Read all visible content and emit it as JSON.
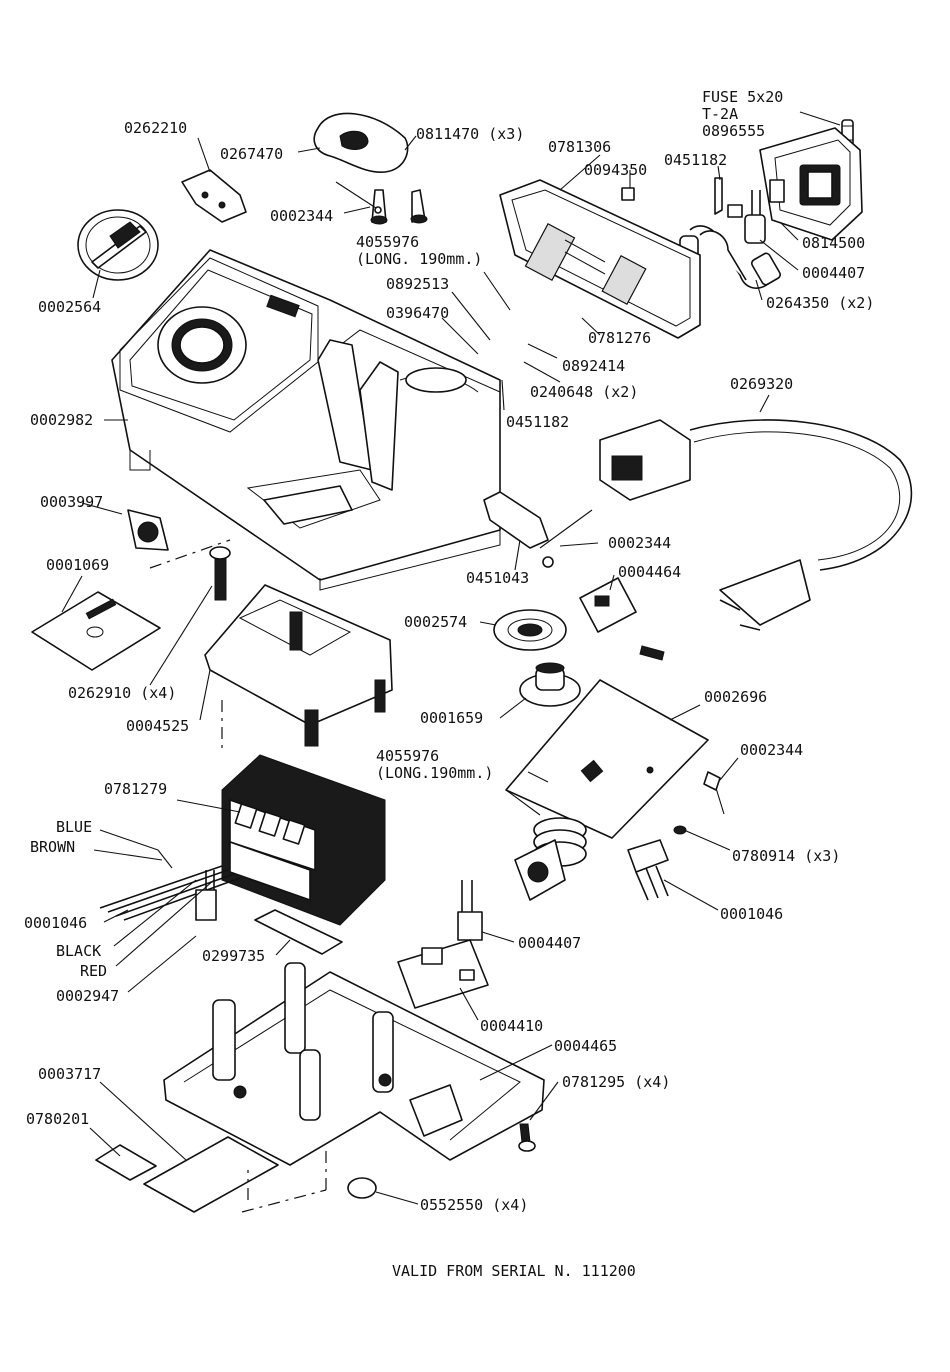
{
  "footer": "VALID FROM SERIAL N. 111200",
  "labels": {
    "fuse_line1": "FUSE 5x20",
    "fuse_line2": "T-2A",
    "p0896555": "0896555",
    "p0262210": "0262210",
    "p0267470": "0267470",
    "p0811470": "0811470 (x3)",
    "p0781306": "0781306",
    "p0094350": "0094350",
    "p0451182_top": "0451182",
    "p0002344_top": "0002344",
    "p4055976_top_line1": "4055976",
    "p4055976_top_line2": "(LONG. 190mm.)",
    "p0814500": "0814500",
    "p0004407_top": "0004407",
    "p0264350": "0264350 (x2)",
    "p0002564": "0002564",
    "p0892513": "0892513",
    "p0396470": "0396470",
    "p0781276": "0781276",
    "p0892414": "0892414",
    "p0240648": "0240648 (x2)",
    "p0451182_mid": "0451182",
    "p0269320": "0269320",
    "p0002982": "0002982",
    "p0003997": "0003997",
    "p0002344_mid": "0002344",
    "p0451043": "0451043",
    "p0004464": "0004464",
    "p0001069": "0001069",
    "p0002574": "0002574",
    "p0262910": "0262910 (x4)",
    "p0004525": "0004525",
    "p0002696": "0002696",
    "p0001659": "0001659",
    "p4055976_mid_line1": "4055976",
    "p4055976_mid_line2": "(LONG.190mm.)",
    "p0002344_low": "0002344",
    "p0781279": "0781279",
    "blue": "BLUE",
    "brown": "BROWN",
    "p0780914": "0780914 (x3)",
    "p0001046_left": "0001046",
    "p0001046_right": "0001046",
    "black": "BLACK",
    "red": "RED",
    "p0299735": "0299735",
    "p0002947": "0002947",
    "p0004407_low": "0004407",
    "p0004410": "0004410",
    "p0004465": "0004465",
    "p0003717": "0003717",
    "p0781295": "0781295 (x4)",
    "p0780201": "0780201",
    "p0552550": "0552550 (x4)"
  },
  "panel_text": {
    "brand_plate": "",
    "card_plate": ""
  }
}
